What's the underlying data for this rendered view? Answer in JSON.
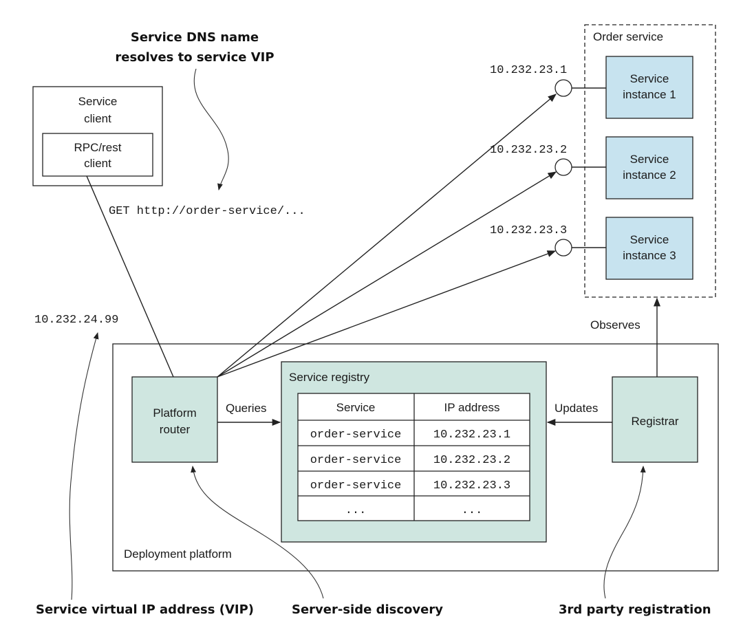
{
  "annotations": {
    "dns_line1": "Service DNS name",
    "dns_line2": "resolves to service VIP",
    "vip_label": "Service virtual IP address (VIP)",
    "server_side": "Server-side discovery",
    "third_party": "3rd party registration"
  },
  "service_client": {
    "title_line1": "Service",
    "title_line2": "client",
    "inner_line1": "RPC/rest",
    "inner_line2": "client"
  },
  "request": "GET http://order-service/...",
  "vip_ip": "10.232.24.99",
  "order_service": {
    "title": "Order service",
    "instances": [
      {
        "line1": "Service",
        "line2": "instance 1",
        "ip": "10.232.23.1"
      },
      {
        "line1": "Service",
        "line2": "instance 2",
        "ip": "10.232.23.2"
      },
      {
        "line1": "Service",
        "line2": "instance 3",
        "ip": "10.232.23.3"
      }
    ]
  },
  "observes": "Observes",
  "platform": {
    "label": "Deployment platform",
    "router_line1": "Platform",
    "router_line2": "router",
    "queries": "Queries",
    "updates": "Updates",
    "registrar": "Registrar"
  },
  "registry": {
    "title": "Service registry",
    "headers": [
      "Service",
      "IP address"
    ],
    "rows": [
      [
        "order-service",
        "10.232.23.1"
      ],
      [
        "order-service",
        "10.232.23.2"
      ],
      [
        "order-service",
        "10.232.23.3"
      ],
      [
        "...",
        "..."
      ]
    ]
  },
  "colors": {
    "green_box": "#cfe6e0",
    "blue_box": "#c7e3ef"
  }
}
